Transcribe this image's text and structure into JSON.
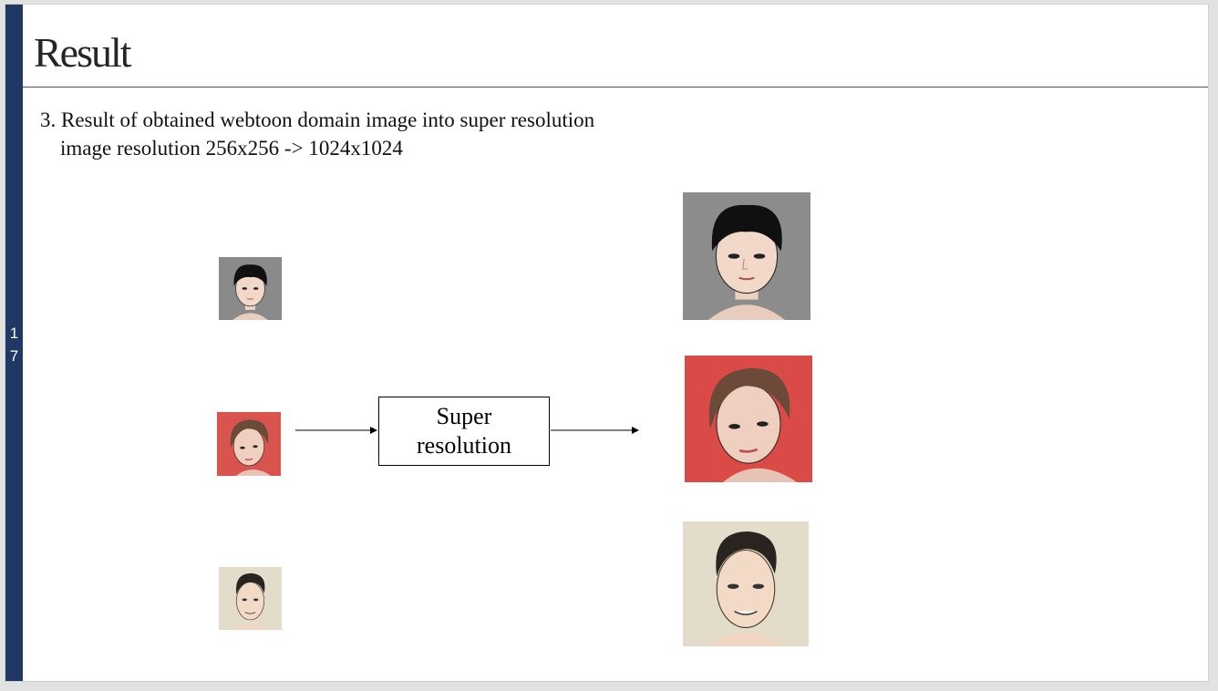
{
  "slide": {
    "title": "Result",
    "page_number_digits": [
      "1",
      "7"
    ],
    "description": {
      "line1": "3. Result of obtained webtoon domain image into super resolution",
      "line2": "image resolution 256x256 -> 1024x1024"
    },
    "process_box_label_line1": "Super",
    "process_box_label_line2": "resolution"
  },
  "colors": {
    "accent_bar": "#1f3864",
    "title_rule": "#44546a",
    "portrait1_background": "#8c8c8c",
    "portrait2_background": "#d9534f",
    "portrait3_background": "#e3dccb"
  },
  "images": {
    "low_res": [
      "webtoon-portrait-1-small",
      "webtoon-portrait-2-small",
      "webtoon-portrait-3-small"
    ],
    "high_res": [
      "webtoon-portrait-1-large",
      "webtoon-portrait-2-large",
      "webtoon-portrait-3-large"
    ]
  }
}
